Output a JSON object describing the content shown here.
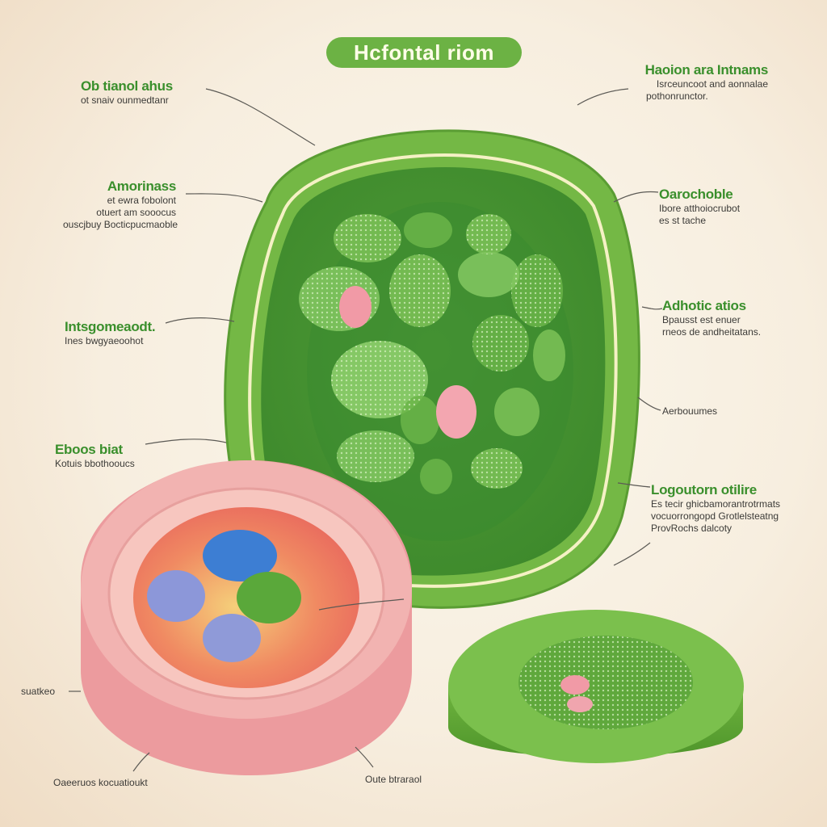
{
  "title": "Hcfontal riom",
  "labels": {
    "top_left": {
      "heading": "Ob tianol ahus",
      "lines": [
        "ot snaiv ounmedtanr"
      ]
    },
    "mid_left": {
      "heading": "Amorinass",
      "lines": [
        "et ewra fobolont",
        "otuert am sooocus",
        "ouscjbuy Bocticpucmaoble"
      ]
    },
    "left_3": {
      "heading": "Intsgomeaodt.",
      "lines": [
        "Ines bwgyaeoohot"
      ]
    },
    "left_4": {
      "heading": "Eboos biat",
      "lines": [
        "Kotuis bbothooucs"
      ]
    },
    "top_right": {
      "heading": "Haoion ara Intnams",
      "lines": [
        "Isrceuncoot and aonnalae",
        "pothonrunctor."
      ]
    },
    "right_2": {
      "heading": "Oarochoble",
      "lines": [
        "Ibore atthoiocrubot",
        "es st tache"
      ]
    },
    "right_3": {
      "heading": "Adhotic atios",
      "lines": [
        "Bpausst est enuer",
        "rneos de andheitatans."
      ]
    },
    "right_4": {
      "heading": "",
      "lines": [
        "Aerbouumes"
      ]
    },
    "right_5": {
      "heading": "Logoutorn otilire",
      "lines": [
        "Es tecir ghicbamorantrotrmats",
        "vocuorrongopd Grotlelsteatng",
        "ProvRochs dalcoty"
      ]
    },
    "bottom_left": {
      "heading": "",
      "lines": [
        "suatkeo"
      ]
    },
    "bottom_1": {
      "heading": "",
      "lines": [
        "Oaeeruos kocuatioukt"
      ]
    },
    "bottom_2": {
      "heading": "",
      "lines": [
        "Oute btraraol"
      ]
    }
  },
  "colors": {
    "title_pill": "#6cb244",
    "heading_green": "#3a8f2c",
    "plant_wall": "#6fb43f",
    "plant_inner": "#5ea83a",
    "chloroplast": "#9ed67a",
    "animal_outer": "#f0a6a8",
    "animal_inner": "#f2855f",
    "nucleus_blue": "#3d7ed3",
    "organelle_purple": "#8c97d9",
    "organelle_green": "#5aa83a",
    "vacuole_pink": "#f19aa6"
  }
}
